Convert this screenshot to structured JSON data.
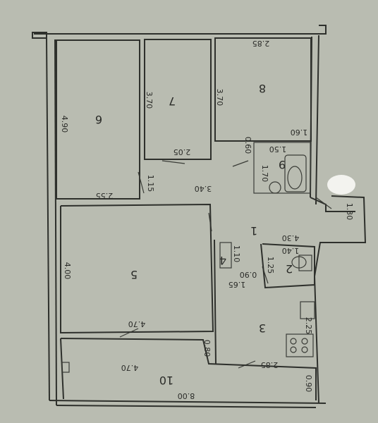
{
  "rooms": [
    {
      "number": "1"
    },
    {
      "number": "2"
    },
    {
      "number": "3"
    },
    {
      "number": "4"
    },
    {
      "number": "5"
    },
    {
      "number": "6"
    },
    {
      "number": "7"
    },
    {
      "number": "8"
    },
    {
      "number": "9"
    },
    {
      "number": "10"
    }
  ],
  "dimensions": {
    "d285_top": "2.85",
    "d490": "4.90",
    "d370_r7": "3.70",
    "d370_r8": "3.70",
    "d160": "1.60",
    "d150": "1.50",
    "d060": "0.60",
    "d205": "2.05",
    "d170": "1.70",
    "d115": "1.15",
    "d255": "2.55",
    "d340": "3.40",
    "d130": "1.30",
    "d430": "4.30",
    "d110": "1.10",
    "d140": "1.40",
    "d125": "1.25",
    "d400": "4.00",
    "d090_mid": "0.90",
    "d165": "1.65",
    "d470_r5": "4.70",
    "d080": "0.80",
    "d225": "2.25",
    "d285_bot": "2.85",
    "d470_r10": "4.70",
    "d800": "8.00",
    "d090_right": "0.90"
  },
  "colors": {
    "paper": "#b9bcb1",
    "ink": "#2e302c"
  }
}
